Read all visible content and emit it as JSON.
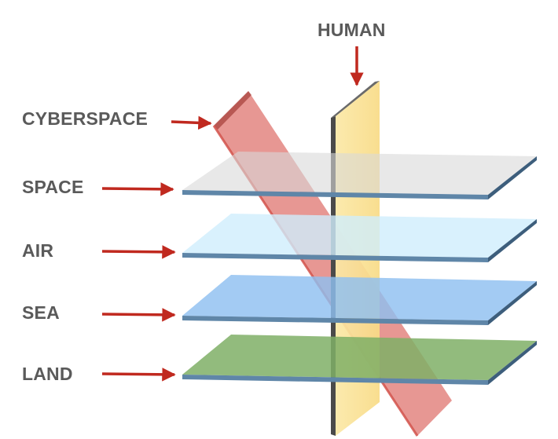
{
  "diagram": {
    "top_label": "HUMAN",
    "domains": [
      {
        "label": "CYBERSPACE",
        "color": "#e07a74"
      },
      {
        "label": "SPACE",
        "color": "#dcdcdc"
      },
      {
        "label": "AIR",
        "color": "#cfeefc"
      },
      {
        "label": "SEA",
        "color": "#95c3f1"
      },
      {
        "label": "LAND",
        "color": "#90b979"
      }
    ],
    "human_plane_color": "#fbe49a",
    "arrow_color": "#c0291f",
    "label_color": "#5a5a5a"
  }
}
